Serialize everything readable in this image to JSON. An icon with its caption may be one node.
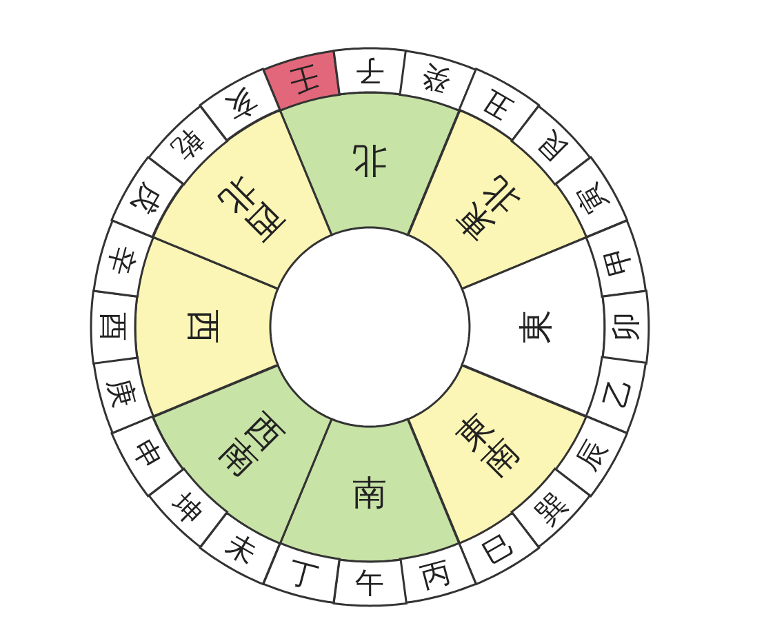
{
  "diagram": {
    "nodes": [
      {
        "text": [
          "壬"
        ]
      },
      {
        "text": [
          "子"
        ]
      },
      {
        "text": [
          "癸"
        ]
      },
      {
        "text": [
          "丑"
        ]
      },
      {
        "text": [
          "艮"
        ]
      },
      {
        "text": [
          "寅"
        ]
      },
      {
        "text": [
          "甲"
        ]
      },
      {
        "text": [
          "卯"
        ]
      },
      {
        "text": [
          "乙"
        ]
      },
      {
        "text": [
          "辰"
        ]
      },
      {
        "text": [
          "巽"
        ]
      },
      {
        "text": [
          "巳"
        ]
      },
      {
        "text": [
          "丙"
        ]
      },
      {
        "text": [
          "午"
        ]
      },
      {
        "text": [
          "丁"
        ]
      },
      {
        "text": [
          "未"
        ]
      },
      {
        "text": [
          "坤"
        ]
      },
      {
        "text": [
          "申"
        ]
      },
      {
        "text": [
          "庚"
        ]
      },
      {
        "text": [
          "酉"
        ]
      },
      {
        "text": [
          "辛"
        ]
      },
      {
        "text": [
          "戌"
        ]
      },
      {
        "text": [
          "乾"
        ]
      },
      {
        "text": [
          "亥"
        ]
      },
      {
        "text": [
          "北"
        ]
      },
      {
        "text": [
          "東北"
        ]
      },
      {
        "text": [
          "東"
        ]
      },
      {
        "text": [
          "東南"
        ]
      },
      {
        "text": [
          "南"
        ]
      },
      {
        "text": [
          "西南"
        ]
      },
      {
        "text": [
          "西"
        ]
      },
      {
        "text": [
          "西北"
        ]
      }
    ]
  }
}
